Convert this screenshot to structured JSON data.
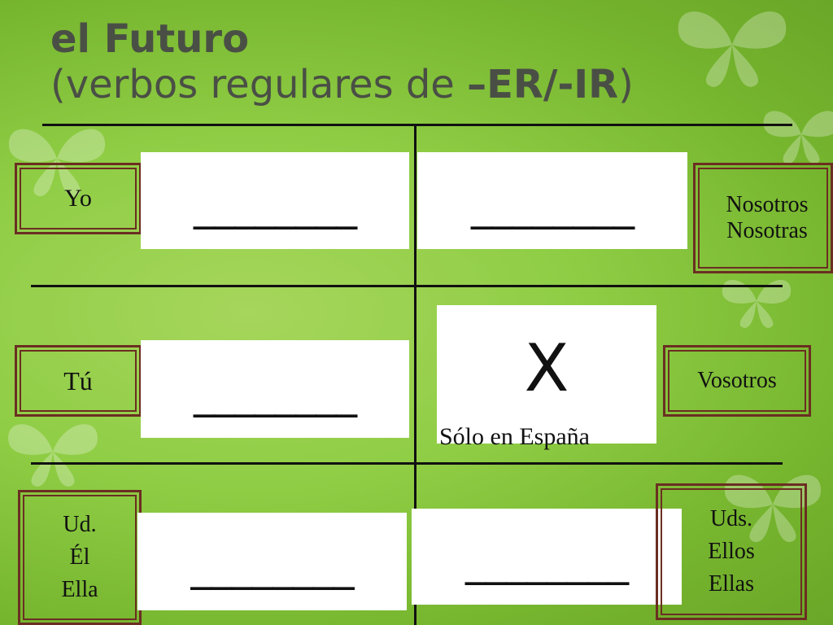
{
  "title": {
    "line1": "el Futuro",
    "line2_prefix": "(verbos regulares de ",
    "line2_bold": "–ER/-IR",
    "line2_suffix": ")"
  },
  "pronouns": {
    "yo": [
      "Yo"
    ],
    "tu": [
      "Tú"
    ],
    "ud_el_ella": [
      "Ud.",
      "Él",
      "Ella"
    ],
    "nosotros": [
      "Nosotros",
      "Nosotras"
    ],
    "vosotros": [
      "Vosotros"
    ],
    "uds_ellos_ellas": [
      "Uds.",
      "Ellos",
      "Ellas"
    ]
  },
  "blanks": {
    "yo": "________",
    "nosotros": "________",
    "tu": "________",
    "ud": "________",
    "uds": "________"
  },
  "vosotros_cell": {
    "mark": "X",
    "note": "Sólo en España"
  },
  "colors": {
    "background": "#8fcd45",
    "box_border": "#6b2e22",
    "title_text": "#4a4f45"
  }
}
